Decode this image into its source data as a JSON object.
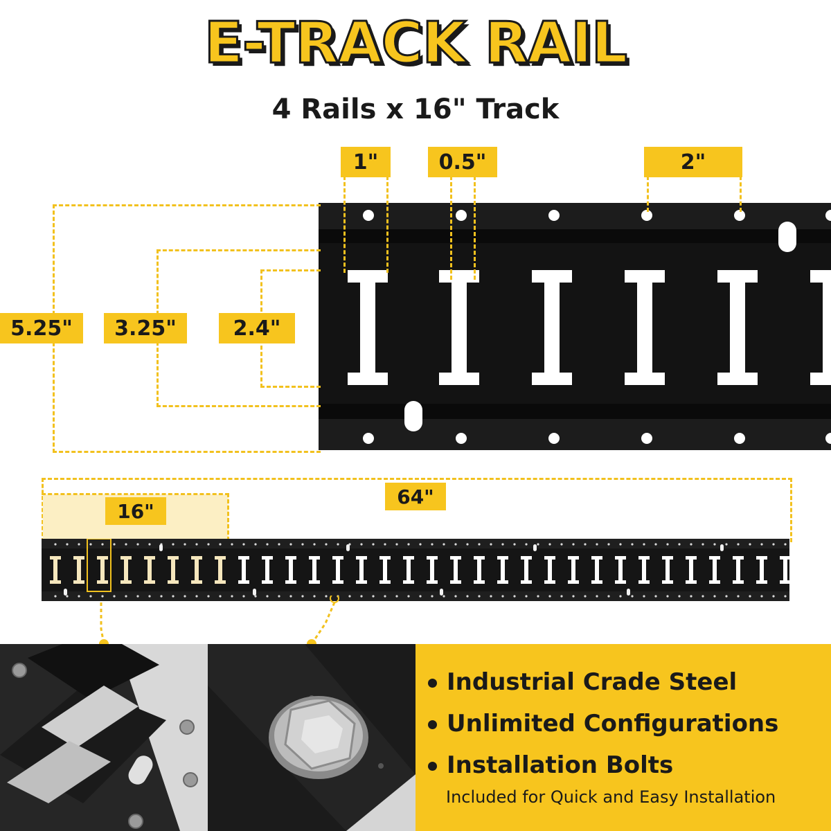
{
  "header": {
    "title": "E-TRACK RAIL",
    "subtitle": "4 Rails x 16\" Track"
  },
  "dimensions": {
    "slot_width": "1\"",
    "slot_gap": "0.5\"",
    "hole_spacing": "2\"",
    "rail_height": "5.25\"",
    "flange_height": "3.25\"",
    "slot_height": "2.4\"",
    "total_length": "64\"",
    "section_length": "16\""
  },
  "features": {
    "items": [
      "Industrial Crade Steel",
      "Unlimited Configurations",
      "Installation Bolts"
    ],
    "note": "Included for Quick and Easy Installation"
  },
  "colors": {
    "accent": "#f7c51e",
    "rail": "#131313",
    "text": "#1a1a1a"
  },
  "icons": {
    "bullet": "bullet-dot-icon",
    "connector": "callout-dot-icon"
  }
}
